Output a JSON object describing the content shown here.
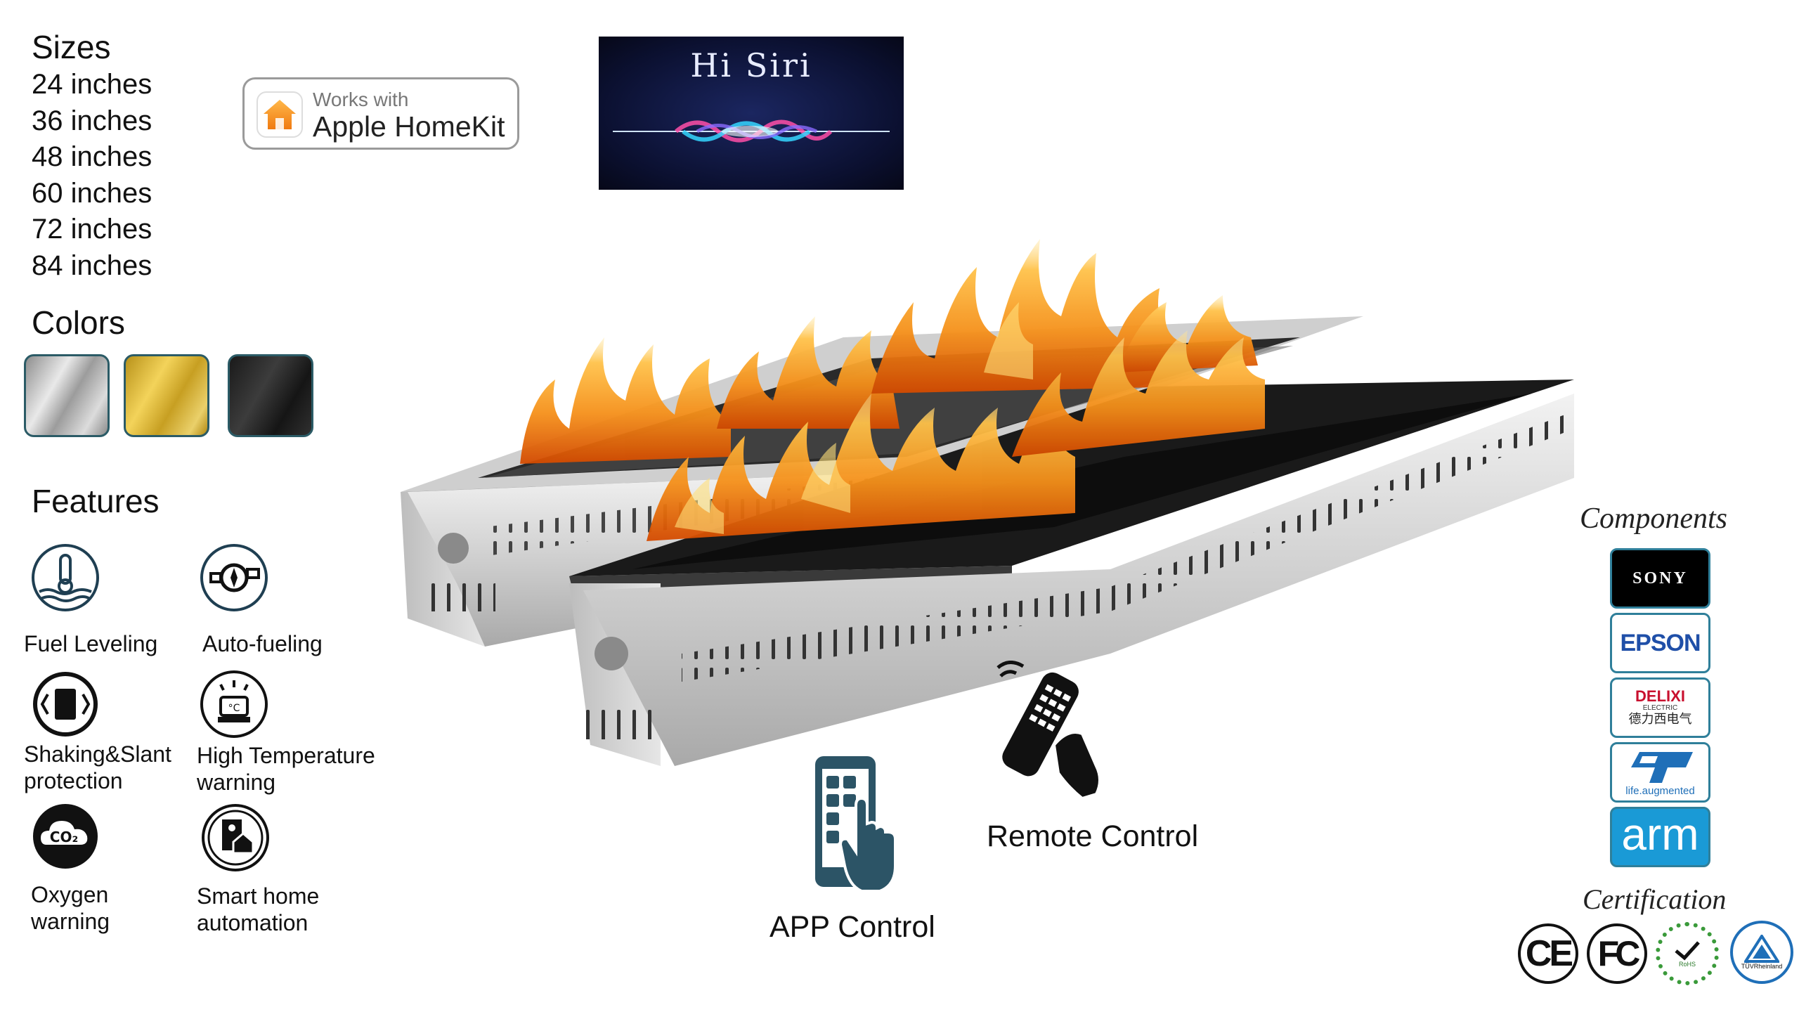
{
  "sizes": {
    "title": "Sizes",
    "items": [
      "24 inches",
      "36 inches",
      "48 inches",
      "60 inches",
      "72 inches",
      "84 inches"
    ]
  },
  "homekit": {
    "small": "Works with",
    "big": "Apple HomeKit"
  },
  "siri": {
    "text": "Hi Siri"
  },
  "colors": {
    "title": "Colors",
    "swatches": [
      "silver",
      "gold",
      "black"
    ]
  },
  "features": {
    "title": "Features",
    "items": [
      {
        "line1": "Fuel Leveling",
        "line2": "",
        "icon": "thermometer-level-icon"
      },
      {
        "line1": "Auto-fueling",
        "line2": "",
        "icon": "pump-icon"
      },
      {
        "line1": "Shaking&Slant",
        "line2": "protection",
        "icon": "shake-icon"
      },
      {
        "line1": "High Temperature",
        "line2": "warning",
        "icon": "temperature-alarm-icon"
      },
      {
        "line1": "Oxygen",
        "line2": "warning",
        "icon": "co2-icon"
      },
      {
        "line1": "Smart home",
        "line2": "automation",
        "icon": "smart-home-icon"
      }
    ]
  },
  "controls": {
    "app": "APP Control",
    "remote": "Remote Control"
  },
  "components": {
    "title": "Components",
    "brands": {
      "sony": "SONY",
      "epson": "EPSON",
      "delixi": "DELIXI",
      "delixi_sub": "ELECTRIC",
      "delixi_cn": "德力西电气",
      "st_tag": "life.augmented",
      "arm": "arm"
    }
  },
  "certification": {
    "title": "Certification",
    "marks": {
      "ce": "CE",
      "fc": "FC",
      "rohs": "RoHS",
      "tuv": "TÜVRheinland"
    }
  },
  "colors_hex": {
    "accent_teal": "#2f7f9a",
    "flame": "#f08a1a",
    "icon_dark": "#1f3f52"
  }
}
